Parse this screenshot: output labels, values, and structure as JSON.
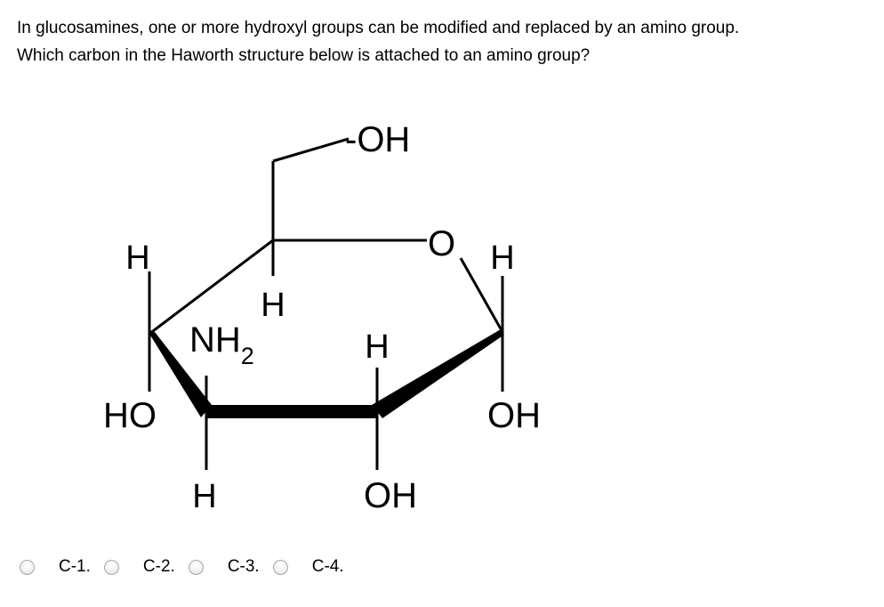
{
  "question": {
    "line1": "In glucosamines, one or more hydroxyl groups can be modified and replaced by an amino group.",
    "line2": "Which carbon in the Haworth structure below is attached to an amino group?"
  },
  "structure": {
    "ch2oh_label": "-OH",
    "ring_oxygen": "O",
    "c4_top_h": "H",
    "c4_bottom_oh": "HO",
    "c5_h": "H",
    "c3_nh2": "NH",
    "c3_nh2_subscript": "2",
    "c3_h": "H",
    "c2_h": "H",
    "c2_oh": "OH",
    "c1_h": "H",
    "c1_oh": "OH"
  },
  "options": [
    {
      "label": "C-1."
    },
    {
      "label": "C-2."
    },
    {
      "label": "C-3."
    },
    {
      "label": "C-4."
    }
  ]
}
